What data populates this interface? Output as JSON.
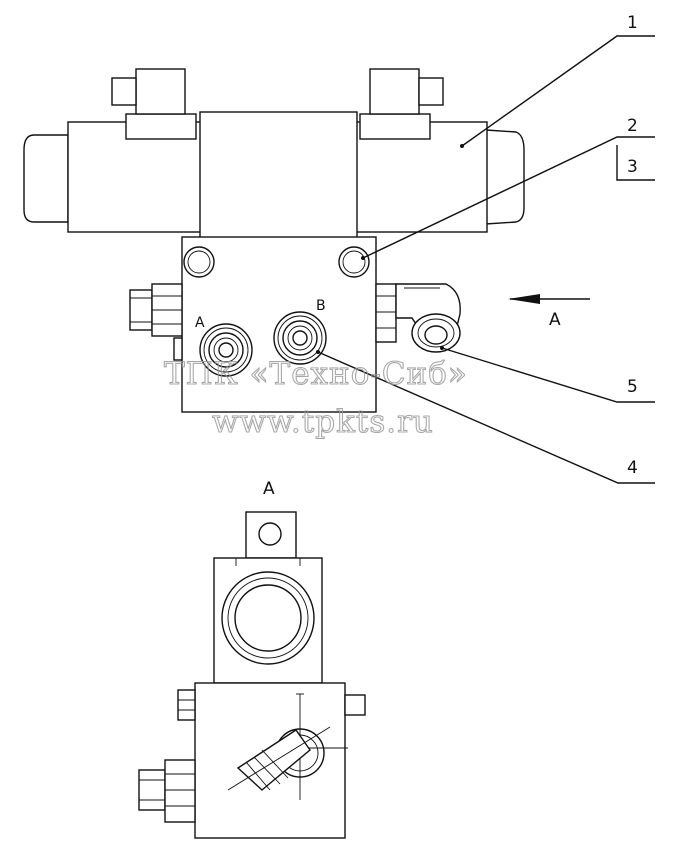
{
  "callouts": [
    "1",
    "2",
    "3",
    "4",
    "5"
  ],
  "view_arrow_label": "A",
  "view_title": "A",
  "ports": {
    "a": "A",
    "b": "B"
  },
  "watermark": {
    "line1": "ТПК «Техно-Сиб»",
    "line2": "www.tpkts.ru"
  },
  "icons": [
    "solenoid-valve",
    "manifold-block",
    "plug-fitting",
    "elbow-fitting",
    "port-fitting"
  ]
}
